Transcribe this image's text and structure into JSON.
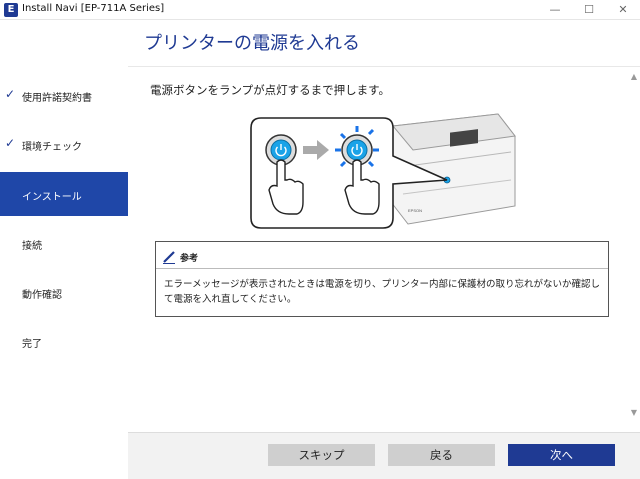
{
  "window": {
    "app_icon": "E",
    "title": "Install Navi [EP-711A Series]",
    "minimize_glyph": "—",
    "maximize_glyph": "☐",
    "close_glyph": "✕"
  },
  "sidebar": {
    "items": [
      {
        "label": "使用許諾契約書",
        "state": "done"
      },
      {
        "label": "環境チェック",
        "state": "done"
      },
      {
        "label": "インストール",
        "state": "active"
      },
      {
        "label": "接続",
        "state": "pending"
      },
      {
        "label": "動作確認",
        "state": "pending"
      },
      {
        "label": "完了",
        "state": "pending"
      }
    ],
    "check_glyph": "✓"
  },
  "header": {
    "title": "プリンターの電源を入れる"
  },
  "main": {
    "instruction": "電源ボタンをランプが点灯するまで押します。",
    "illustration": {
      "printer_brand": "EPSON",
      "icons": [
        "power-button-icon",
        "arrow-right-icon",
        "power-button-lit-icon",
        "hand-pointer-icon"
      ]
    },
    "note": {
      "title": "参考",
      "icon": "pencil-icon",
      "body": "エラーメッセージが表示されたときは電源を切り、プリンター内部に保護材の取り忘れがないか確認して電源を入れ直してください。"
    }
  },
  "scrollbar": {
    "up_glyph": "▲",
    "down_glyph": "▼"
  },
  "footer": {
    "skip_label": "スキップ",
    "back_label": "戻る",
    "next_label": "次へ"
  },
  "colors": {
    "accent": "#1f3a93",
    "active_step": "#1f47a8",
    "power_lamp": "#1aa3e8",
    "button_gray": "#cfcfcf"
  }
}
